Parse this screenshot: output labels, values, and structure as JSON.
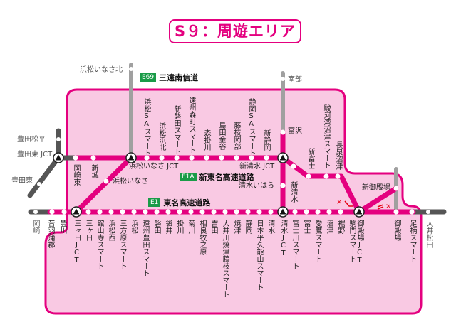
{
  "title": "S９：周遊エリア",
  "colors": {
    "area_fill": "#f9c9e3",
    "area_border": "#e4007f",
    "route_line": "#e4007f",
    "outside_line": "#555555",
    "connector_line": "#a0a0a0",
    "route_badge": "#1a9b48",
    "restriction_mark": "#e60012"
  },
  "routes": [
    {
      "code": "E69",
      "name": "三遠南信道"
    },
    {
      "code": "E1A",
      "name": "新東名高速道路"
    },
    {
      "code": "E1",
      "name": "東名高速道路"
    }
  ],
  "outside_labels": {
    "hamamatsu_inasa_kita": "浜松いなさ北",
    "nanbu": "南部",
    "toyota_matsudaira": "豊田松平",
    "toyota_higashi_jct": "豊田東 JCT",
    "toyota_higashi": "豊田東",
    "okazaki": "岡崎",
    "oi_matsuda": "大井松田"
  },
  "shin_tomei_stations": [
    "岡崎東",
    "新城",
    "浜松SAスマート",
    "浜松浜北",
    "新磐田スマート",
    "遠州森町スマート",
    "森掛川",
    "島田金谷",
    "藤枝岡部",
    "静岡SAスマート",
    "新静岡",
    "富沢",
    "新清水",
    "新富士",
    "駿河湾沼津スマート",
    "長泉沼津",
    "新御殿場"
  ],
  "junctions": {
    "hamamatsu_inasa_jct": "浜松いなさ JCT",
    "shin_shimizu_jct": "新清水 JCT",
    "hamamatsu_inasa": "浜松いなさ",
    "shimizu_ihara": "清水いはら"
  },
  "tomei_stations": [
    "音羽蒲郡",
    "豊川",
    "三ヶ日JCT",
    "三ヶ日",
    "舘山寺スマート",
    "浜松西",
    "三方原スマート",
    "浜松",
    "遠州豊田スマート",
    "磐田",
    "袋井",
    "掛川",
    "菊川",
    "相良牧之原",
    "吉田",
    "大井川焼津藤枝スマート",
    "焼津",
    "静岡",
    "日本平久能山スマート",
    "清水",
    "清水JCT",
    "富士川スマート",
    "富士",
    "愛鷹スマート",
    "沼津",
    "裾野",
    "駒門スマート",
    "御殿場JCT",
    "御殿場",
    "足柄スマート"
  ],
  "restriction_marks": [
    "×",
    "×"
  ]
}
